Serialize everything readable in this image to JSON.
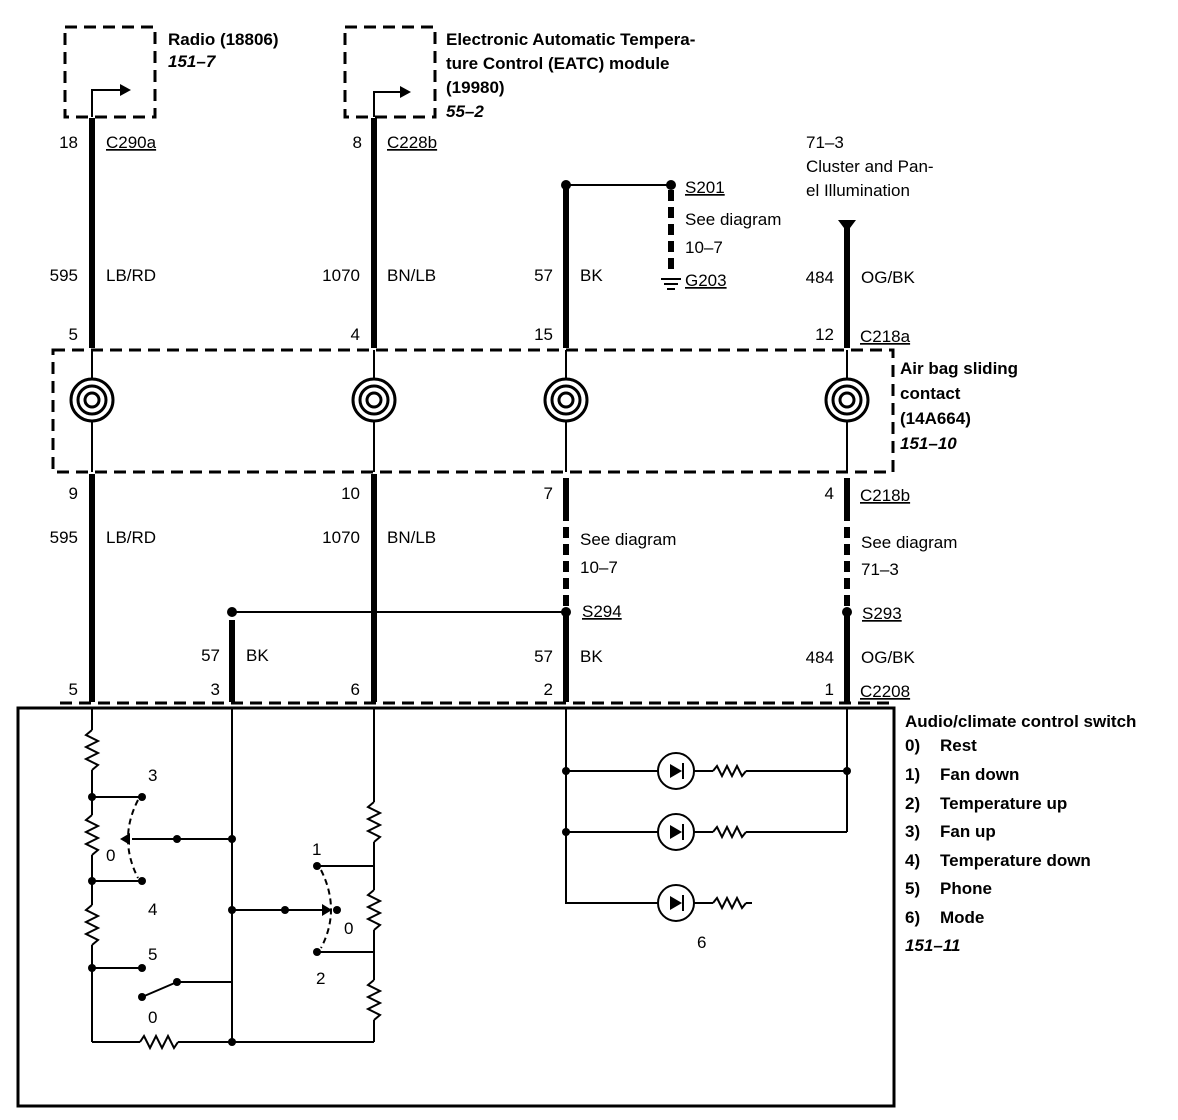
{
  "components": {
    "radio": {
      "name": "Radio (18806)",
      "ref": "151–7"
    },
    "eatc": {
      "line1": "Electronic Automatic Tempera-",
      "line2": "ture Control (EATC) module",
      "line3": "(19980)",
      "ref": "55–2"
    },
    "cluster": {
      "ref": "71–3",
      "line1": "Cluster and Pan-",
      "line2": "el Illumination"
    },
    "airbag": {
      "line1": "Air bag sliding",
      "line2": "contact",
      "line3": "(14A664)",
      "ref": "151–10"
    },
    "switch": {
      "title": "Audio/climate control switch",
      "positions": [
        {
          "num": "0)",
          "label": "Rest"
        },
        {
          "num": "1)",
          "label": "Fan down"
        },
        {
          "num": "2)",
          "label": "Temperature up"
        },
        {
          "num": "3)",
          "label": "Fan up"
        },
        {
          "num": "4)",
          "label": "Temperature down"
        },
        {
          "num": "5)",
          "label": "Phone"
        },
        {
          "num": "6)",
          "label": "Mode"
        }
      ],
      "ref": "151–11"
    }
  },
  "connectors": {
    "c290a": {
      "pin": "18",
      "name": "C290a"
    },
    "c228b": {
      "pin": "8",
      "name": "C228b"
    },
    "c218a": {
      "name": "C218a",
      "pins": [
        "5",
        "4",
        "15",
        "12"
      ]
    },
    "c218b": {
      "name": "C218b",
      "pins": [
        "9",
        "10",
        "7",
        "4"
      ]
    },
    "c2208": {
      "name": "C2208",
      "pins": [
        "5",
        "3",
        "6",
        "2",
        "1"
      ]
    }
  },
  "splices": {
    "s201": "S201",
    "g203": "G203",
    "s294": "S294",
    "s293": "S293",
    "see_10_7_a": {
      "line1": "See diagram",
      "line2": "10–7"
    },
    "see_10_7_b": {
      "line1": "See diagram",
      "line2": "10–7"
    },
    "see_71_3": {
      "line1": "See diagram",
      "line2": "71–3"
    }
  },
  "wires_upper": [
    {
      "circuit": "595",
      "color": "LB/RD"
    },
    {
      "circuit": "1070",
      "color": "BN/LB"
    },
    {
      "circuit": "57",
      "color": "BK"
    },
    {
      "circuit": "484",
      "color": "OG/BK"
    }
  ],
  "wires_lower": [
    {
      "circuit": "595",
      "color": "LB/RD"
    },
    {
      "circuit": "1070",
      "color": "BN/LB"
    },
    {
      "circuit": "57",
      "color": "BK"
    },
    {
      "circuit": "57",
      "color": "BK"
    },
    {
      "circuit": "484",
      "color": "OG/BK"
    }
  ],
  "switch_labels": {
    "sw_a_top": "3",
    "sw_a_mid": "0",
    "sw_a_bot": "4",
    "sw_b_top": "1",
    "sw_b_mid": "0",
    "sw_b_bot": "2",
    "sw_c_top": "5",
    "sw_c_bot": "0",
    "lamps": "6"
  }
}
